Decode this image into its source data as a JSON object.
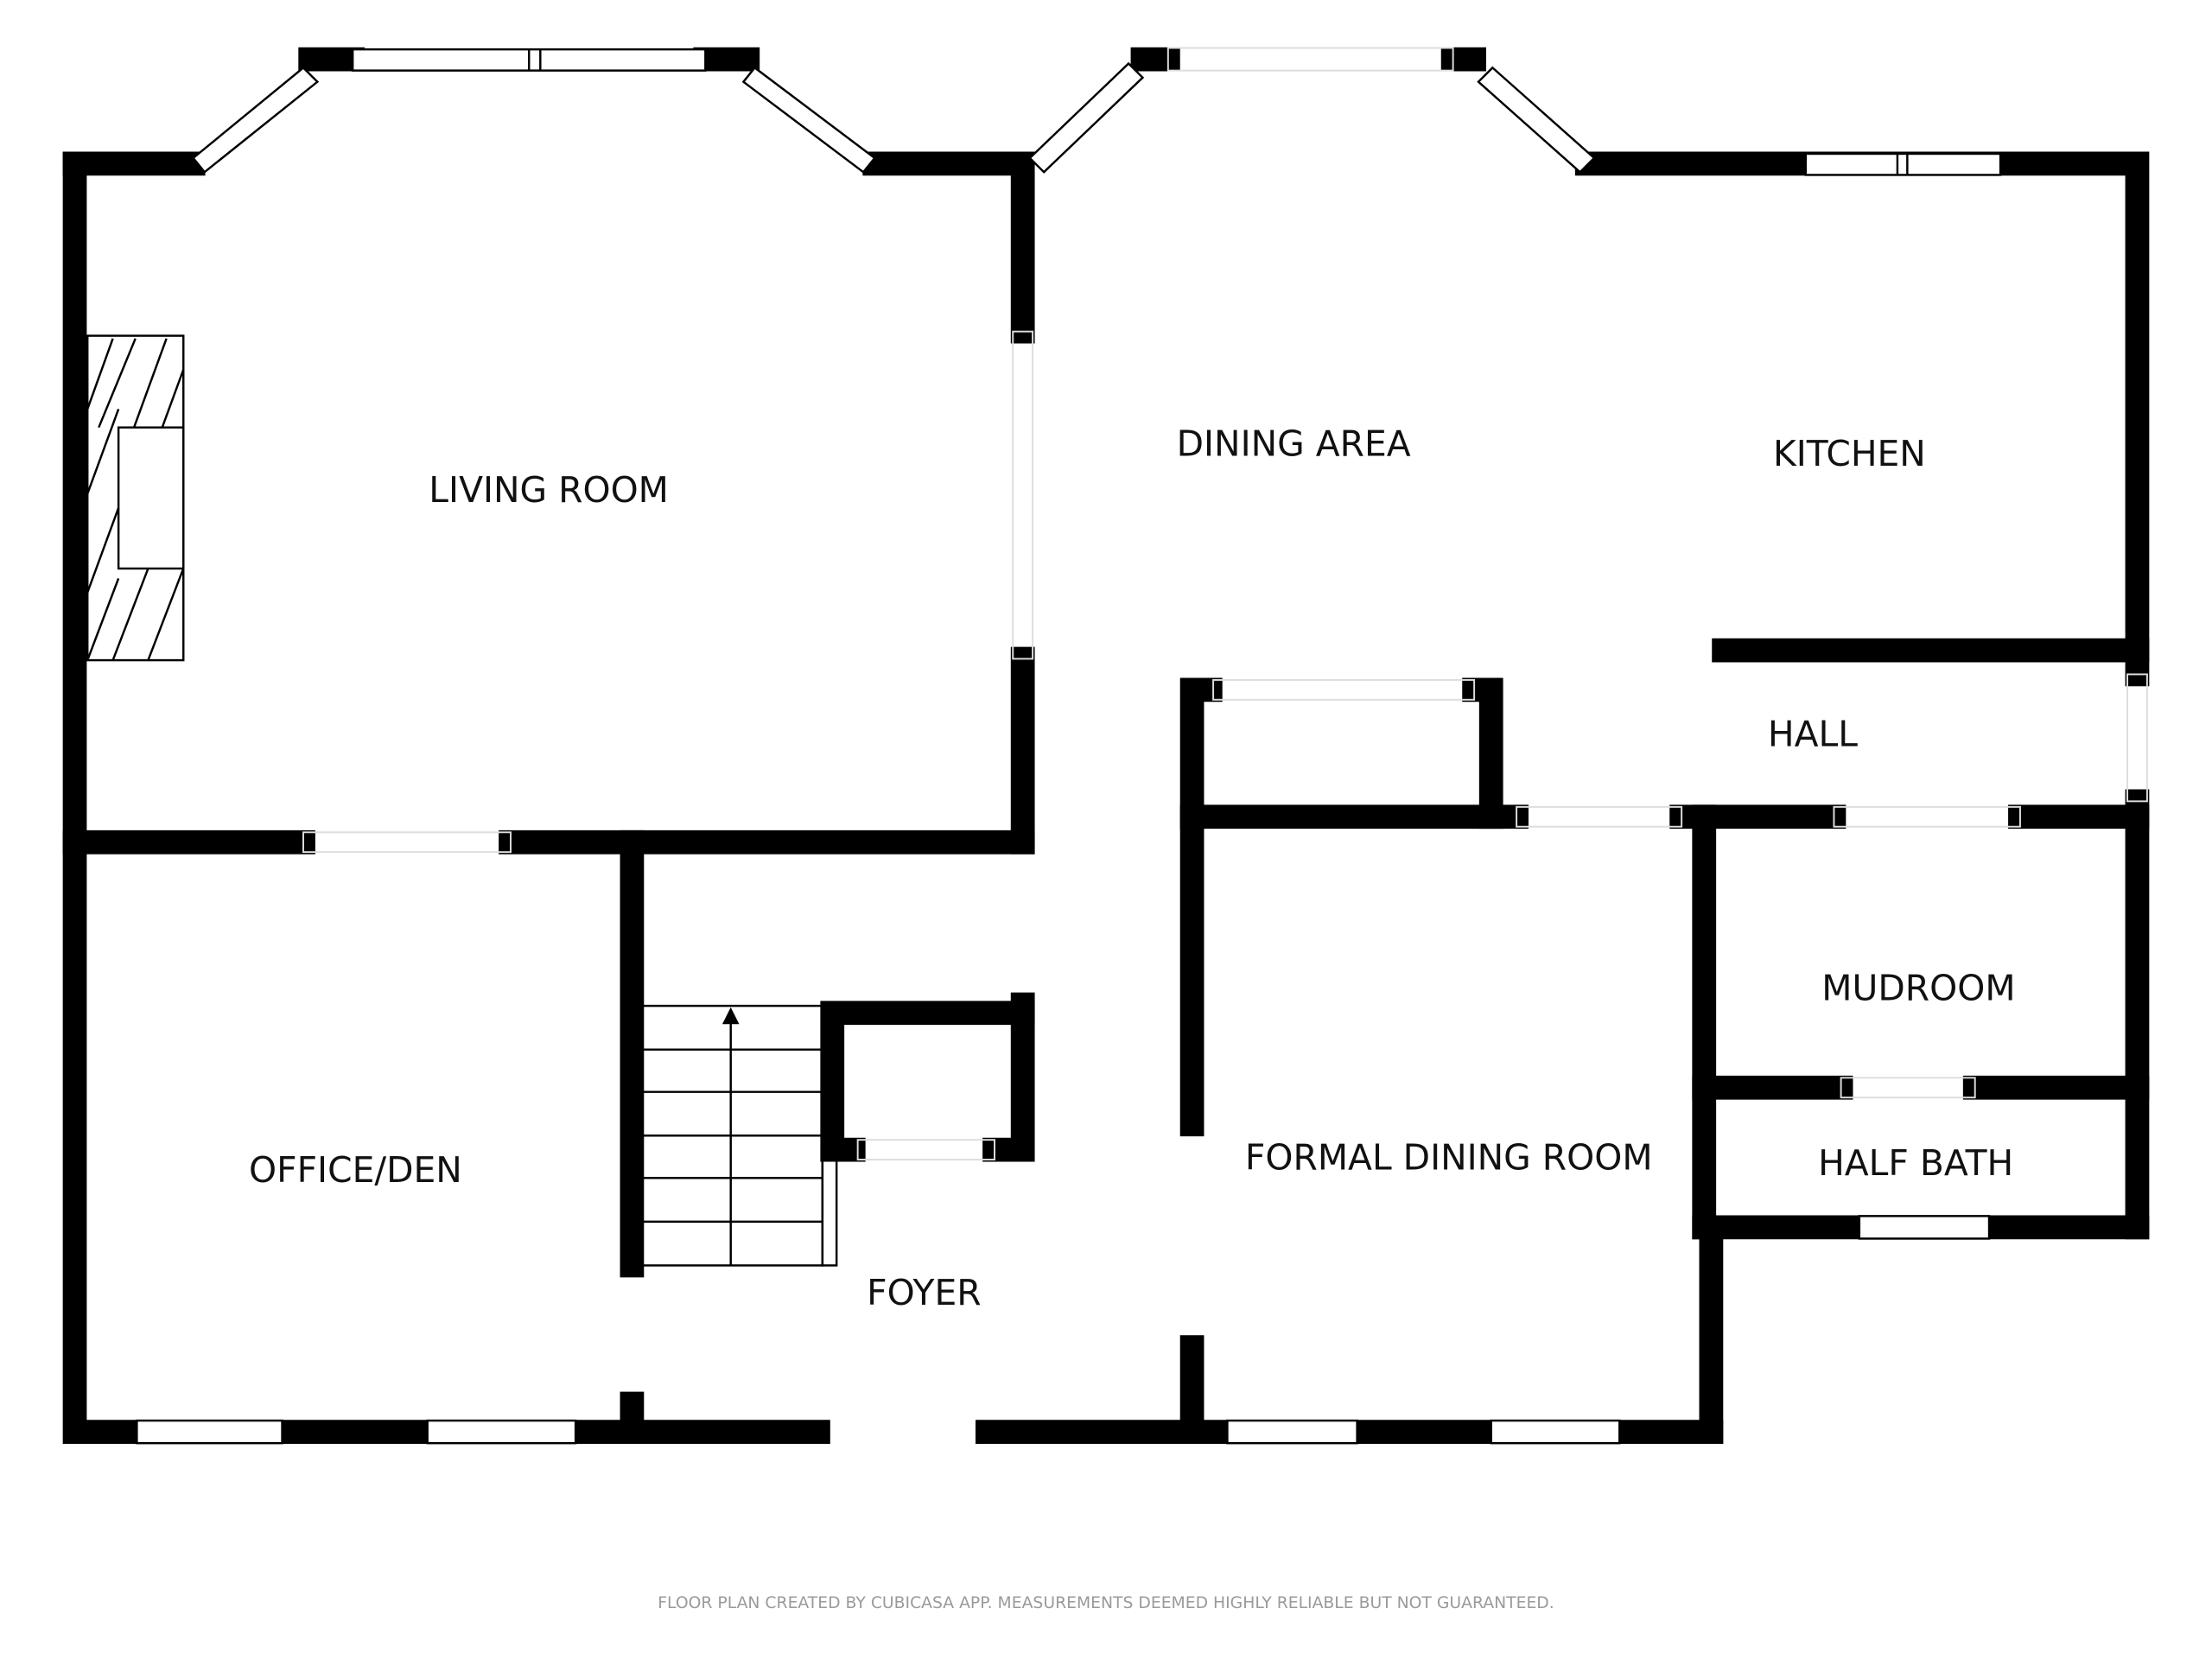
{
  "rooms": {
    "living_room": "LIVING ROOM",
    "dining_area": "DINING AREA",
    "kitchen": "KITCHEN",
    "hall": "HALL",
    "office_den": "OFFICE/DEN",
    "mudroom": "MUDROOM",
    "formal_dining_room": "FORMAL DINING ROOM",
    "half_bath": "HALF BATH",
    "foyer": "FOYER"
  },
  "footer": "FLOOR PLAN CREATED BY CUBICASA APP. MEASUREMENTS DEEMED HIGHLY RELIABLE BUT NOT GUARANTEED."
}
